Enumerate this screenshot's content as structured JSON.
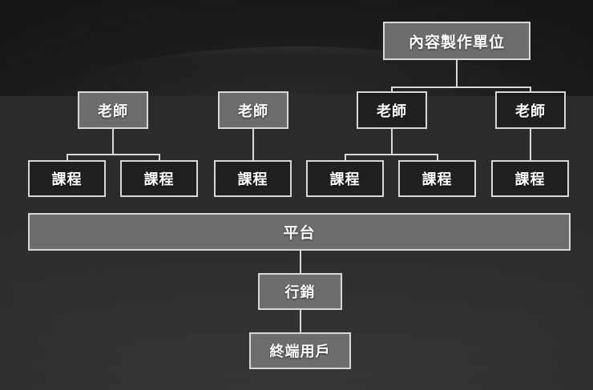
{
  "diagram": {
    "title": "Content production to end user flow chart",
    "colors": {
      "box_fill_solid": "#6d6d6d",
      "box_fill_hollow": "#181819",
      "border": "#d8d8d8",
      "text": "#ffffff",
      "background_dark": "#1c1c1d",
      "background_light": "#3a3a3b"
    },
    "nodes": {
      "root": {
        "label": "內容製作單位"
      },
      "teachers": [
        {
          "label": "老師"
        },
        {
          "label": "老師"
        },
        {
          "label": "老師"
        },
        {
          "label": "老師"
        }
      ],
      "courses": [
        {
          "label": "課程"
        },
        {
          "label": "課程"
        },
        {
          "label": "課程"
        },
        {
          "label": "課程"
        },
        {
          "label": "課程"
        },
        {
          "label": "課程"
        }
      ],
      "platform": {
        "label": "平台"
      },
      "marketing": {
        "label": "行銷"
      },
      "end_user": {
        "label": "終端用戶"
      }
    }
  }
}
